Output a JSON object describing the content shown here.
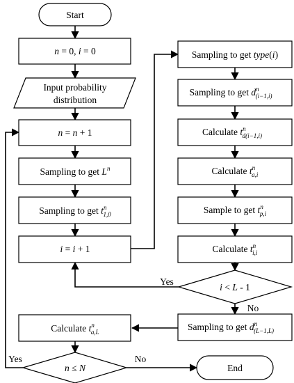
{
  "nodes": {
    "start": "Start",
    "init": {
      "a": "n",
      "b": " = 0,  ",
      "c": "i",
      "d": " = 0"
    },
    "input_l1": "Input probability",
    "input_l2": "distribution",
    "inc_n": {
      "a": "n",
      "b": " = ",
      "c": "n",
      "d": " + 1"
    },
    "sample_L": {
      "pre": "Sampling to get ",
      "v": "L",
      "sup": "n"
    },
    "sample_t10": {
      "pre": "Sampling to get ",
      "v": "t",
      "sup": "n",
      "sub": "1,0"
    },
    "inc_i": {
      "a": "i",
      "b": " = ",
      "c": "i",
      "d": " + 1"
    },
    "sample_type": {
      "pre": "Sampling to get ",
      "v": "type",
      "p": "(",
      "arg": "i",
      "q": ")"
    },
    "sample_d": {
      "pre": "Sampling to get ",
      "v": "d",
      "sup": "n",
      "sub": "(i−1,i)"
    },
    "calc_td": {
      "pre": "Calculate ",
      "v": "t",
      "sup": "n",
      "sub": "d(i−1,i)"
    },
    "calc_ta": {
      "pre": "Calculate ",
      "v": "t",
      "sup": "n",
      "sub": "a,i"
    },
    "sample_tp": {
      "pre": "Sample to get ",
      "v": "t",
      "sup": "n",
      "sub": "p,i"
    },
    "calc_ti": {
      "pre": "Calculate ",
      "v": "t",
      "sup": "n",
      "sub": "i,i"
    },
    "cond_i": {
      "a": "i",
      "b": " < ",
      "c": "L",
      "d": " - 1"
    },
    "sample_dL": {
      "pre": "Sampling to get ",
      "v": "d",
      "sup": "n",
      "sub": "(L−1,L)"
    },
    "calc_taL": {
      "pre": "Calculate ",
      "v": "t",
      "sup": "n",
      "sub": "a,L"
    },
    "cond_n": {
      "a": "n",
      "b": " ≤ ",
      "c": "N"
    },
    "end": "End"
  },
  "edge_labels": {
    "yes_i": "Yes",
    "no_i": "No",
    "yes_n": "Yes",
    "no_n": "No"
  }
}
